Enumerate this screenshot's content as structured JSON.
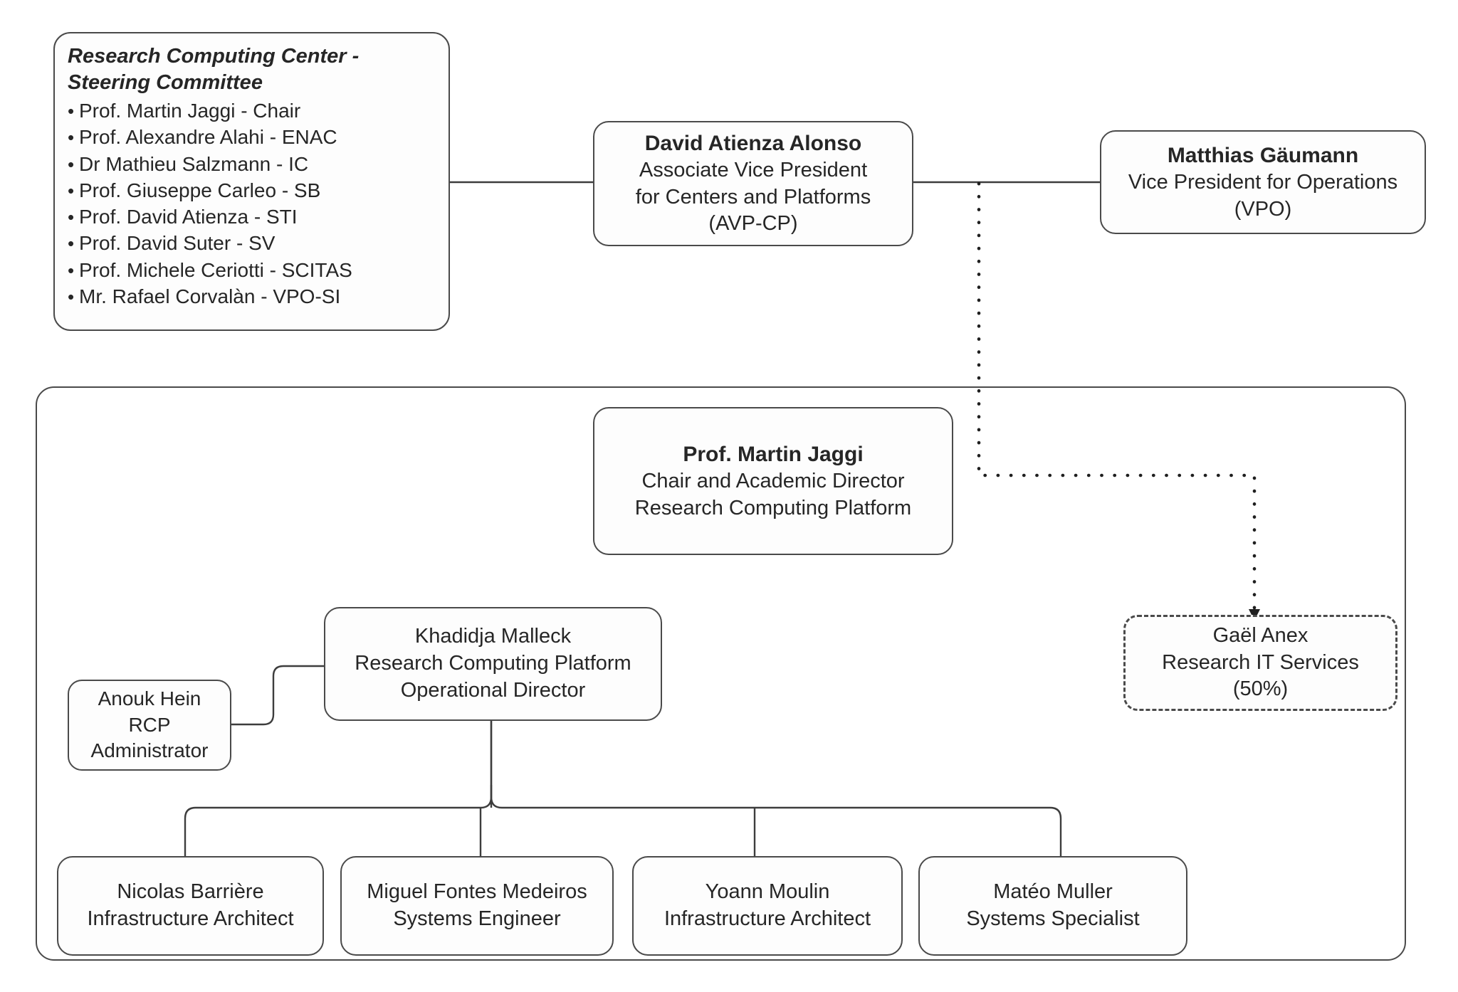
{
  "diagram": {
    "title": "Research Computing Platform organisational chart",
    "colors": {
      "background": "#ffffff",
      "node_fill": "#fdfdfd",
      "node_stroke": "#4a4a4a",
      "text": "#262626"
    }
  },
  "steering_committee": {
    "title": "Research Computing Center -\nSteering Committee",
    "bullet_glyph": "•",
    "members": [
      "Prof. Martin Jaggi - Chair",
      "Prof. Alexandre Alahi - ENAC",
      "Dr Mathieu Salzmann - IC",
      "Prof. Giuseppe Carleo - SB",
      "Prof. David Atienza - STI",
      "Prof. David Suter - SV",
      "Prof. Michele Ceriotti - SCITAS",
      "Mr. Rafael Corvalàn - VPO-SI"
    ]
  },
  "avp_cp": {
    "name": "David Atienza Alonso",
    "line1": "Associate Vice President",
    "line2": "for Centers and Platforms",
    "line3": "(AVP-CP)"
  },
  "vpo": {
    "name": "Matthias Gäumann",
    "line1": "Vice President for Operations",
    "line2": "(VPO)"
  },
  "academic_director": {
    "name": "Prof. Martin Jaggi",
    "line1": "Chair and Academic Director",
    "line2": "Research Computing Platform"
  },
  "operational_director": {
    "name": "Khadidja Malleck",
    "line1": "Research Computing Platform",
    "line2": "Operational Director"
  },
  "administrator": {
    "name": "Anouk Hein",
    "line1": "RCP",
    "line2": "Administrator"
  },
  "research_it_services": {
    "name": "Gaël Anex",
    "line1": "Research IT Services",
    "line2": "(50%)"
  },
  "team": [
    {
      "name": "Nicolas Barrière",
      "role": "Infrastructure Architect"
    },
    {
      "name": "Miguel Fontes Medeiros",
      "role": "Systems Engineer"
    },
    {
      "name": "Yoann Moulin",
      "role": "Infrastructure Architect"
    },
    {
      "name": "Matéo Muller",
      "role": "Systems Specialist"
    }
  ]
}
